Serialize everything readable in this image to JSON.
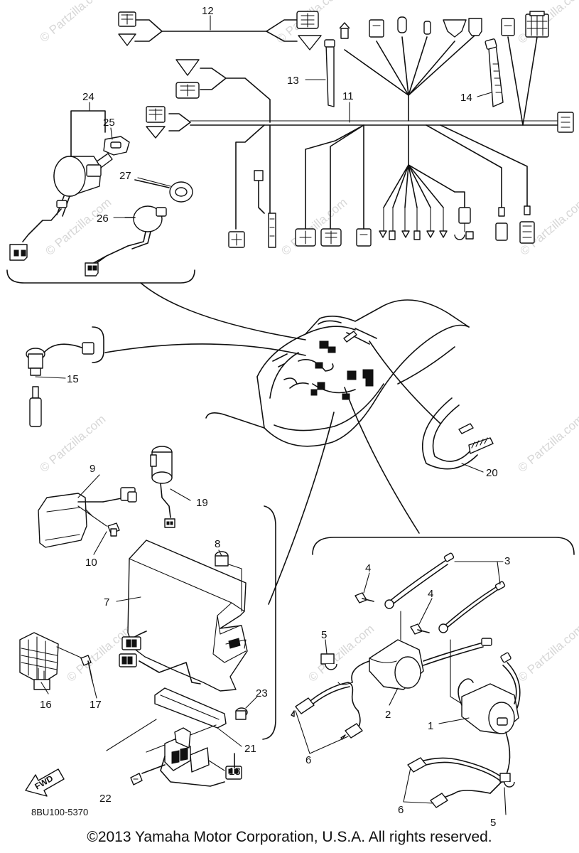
{
  "diagram": {
    "part_code": "8BU100-5370",
    "direction_badge": "FWD",
    "watermark": "© Partzilla.com",
    "callouts": {
      "p1": "1",
      "p2": "2",
      "p3": "3",
      "p4a": "4",
      "p4b": "4",
      "p5a": "5",
      "p5b": "5",
      "p6a": "6",
      "p6b": "6",
      "p7": "7",
      "p8": "8",
      "p9": "9",
      "p10": "10",
      "p11": "11",
      "p12": "12",
      "p13": "13",
      "p14": "14",
      "p15": "15",
      "p16": "16",
      "p17": "17",
      "p18": "18",
      "p19": "19",
      "p20": "20",
      "p21": "21",
      "p22": "22",
      "p23": "23",
      "p24": "24",
      "p25": "25",
      "p26": "26",
      "p27": "27"
    }
  },
  "footer": {
    "copyright": "©2013  Yamaha Motor Corporation, U.S.A. All rights reserved."
  }
}
